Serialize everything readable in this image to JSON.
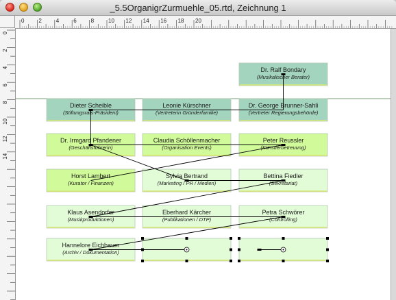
{
  "window": {
    "title": "_5.5OrganigrZurmuehle_05.rtd, Zeichnung 1"
  },
  "ruler": {
    "horizontal_labels": [
      "0",
      "2",
      "4",
      "6",
      "8",
      "10",
      "12",
      "14",
      "16",
      "18",
      "20"
    ],
    "vertical_labels": [
      "0",
      "2",
      "4",
      "6",
      "8",
      "10",
      "12",
      "14"
    ]
  },
  "colors": {
    "teal": "#a3d4be",
    "lime": "#d1fa9a",
    "pale": "#e3fcd8",
    "connector": "#000000"
  },
  "org_chart": {
    "boxes": [
      {
        "id": "bondary",
        "name": "Dr. Ralf Bondary",
        "role": "(Musikalischer Berater)",
        "color": "teal"
      },
      {
        "id": "scheible",
        "name": "Dieter Scheible",
        "role": "(Stiftungsrats-Präsident)",
        "color": "teal"
      },
      {
        "id": "kurschner",
        "name": "Leonie Kürschner",
        "role": "(Vertreterin Gründerfamilie)",
        "color": "teal"
      },
      {
        "id": "sahli",
        "name": "Dr. George Brunner-Sahli",
        "role": "(Vertreter Regierungsbehörde)",
        "color": "teal"
      },
      {
        "id": "pfandener",
        "name": "Dr. Irmgard Pfandener",
        "role": "(Geschäftsführerin)",
        "color": "lime"
      },
      {
        "id": "schollen",
        "name": "Claudia Schöllenmacher",
        "role": "(Organisation Events)",
        "color": "lime"
      },
      {
        "id": "reussler",
        "name": "Peter Reussler",
        "role": "(Künstlerbetreuung)",
        "color": "lime"
      },
      {
        "id": "lambert",
        "name": "Horst Lambert",
        "role": "(Kurator / Finanzen)",
        "color": "lime"
      },
      {
        "id": "bertrand",
        "name": "Sylvia Bertrand",
        "role": "(Marketing / PR / Medien)",
        "color": "pale"
      },
      {
        "id": "fiedler",
        "name": "Bettina Fiedler",
        "role": "(Sekretariat)",
        "color": "pale"
      },
      {
        "id": "asendorfer",
        "name": "Klaus Asendorfer",
        "role": "(Musikproduktionen)",
        "color": "pale"
      },
      {
        "id": "karcher",
        "name": "Eberhard Kärcher",
        "role": "(Publikationen / DTP)",
        "color": "pale"
      },
      {
        "id": "schworer",
        "name": "Petra Schwörer",
        "role": "(Controlling)",
        "color": "pale"
      },
      {
        "id": "eichbaum",
        "name": "Hannelore Eichbaum",
        "role": "(Archiv / Dokumentation)",
        "color": "pale"
      },
      {
        "id": "empty1",
        "name": "",
        "role": "",
        "color": "pale"
      },
      {
        "id": "empty2",
        "name": "",
        "role": "",
        "color": "pale"
      }
    ]
  }
}
